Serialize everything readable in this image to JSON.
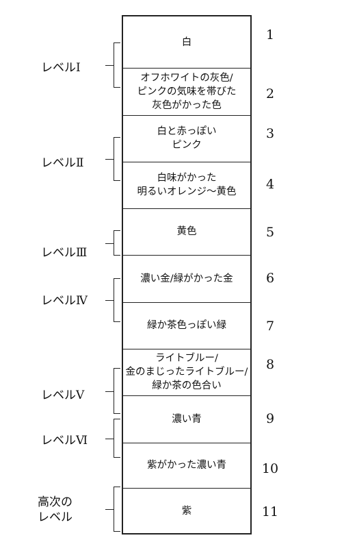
{
  "cells": [
    {
      "n": "1",
      "label": "白"
    },
    {
      "n": "2",
      "label": "オフホワイトの灰色/\nピンクの気味を帯びた\n灰色がかった色"
    },
    {
      "n": "3",
      "label": "白と赤っぽい\nピンク"
    },
    {
      "n": "4",
      "label": "白味がかった\n明るいオレンジ〜黄色"
    },
    {
      "n": "5",
      "label": "黄色"
    },
    {
      "n": "6",
      "label": "濃い金/緑がかった金"
    },
    {
      "n": "7",
      "label": "緑か茶色っぽい緑"
    },
    {
      "n": "8",
      "label": "ライトブルー/\n金のまじったライトブルー/\n緑か茶の色合い"
    },
    {
      "n": "9",
      "label": "濃い青"
    },
    {
      "n": "10",
      "label": "紫がかった濃い青"
    },
    {
      "n": "11",
      "label": "紫"
    }
  ],
  "levels": [
    {
      "label": "レベルⅠ"
    },
    {
      "label": "レベルⅡ"
    },
    {
      "label": "レベルⅢ"
    },
    {
      "label": "レベルⅣ"
    },
    {
      "label": "レベルⅤ"
    },
    {
      "label": "レベルⅥ"
    },
    {
      "label": "高次の\nレベル"
    }
  ]
}
